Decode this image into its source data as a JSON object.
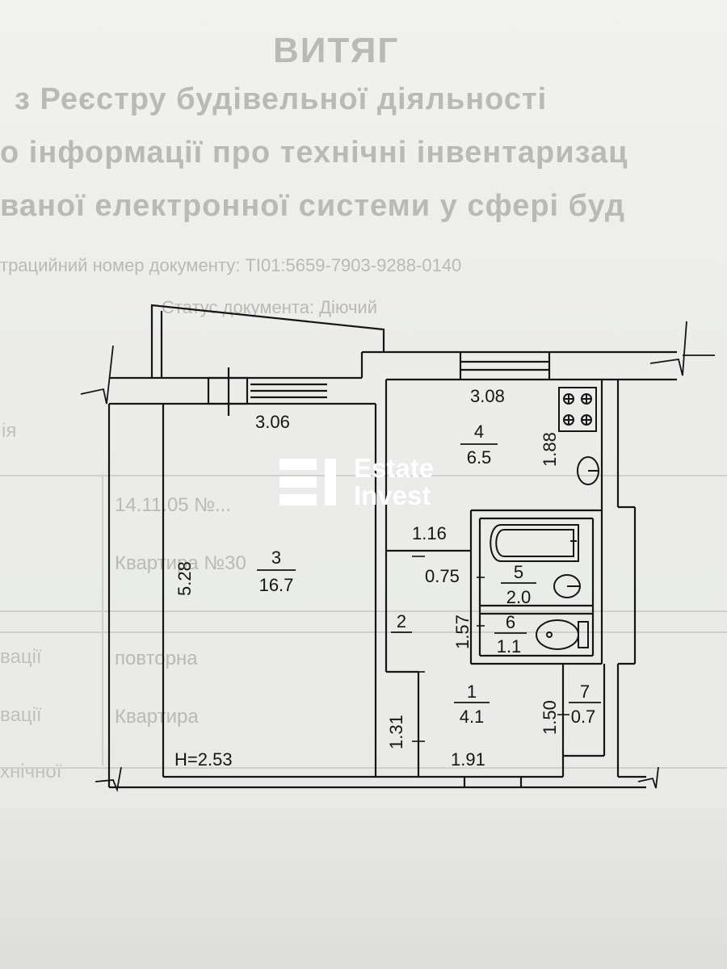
{
  "document": {
    "heading": "ВИТЯГ",
    "line1": "з Реєстру будівельної діяльності",
    "line2": "о інформації про технічні інвентаризац",
    "line3": "ваної електронної системи у сфері буд",
    "reg_line": "трацийний номер документу: ТІ01:5659-7903-9288-0140",
    "status_line": "Статус документа: Діючий",
    "side_labels": [
      "ія",
      "вації",
      "вації",
      "хнічної"
    ],
    "table_cells": [
      "14.11.05 №...",
      "Квартира №30",
      "повторна",
      "Квартира"
    ]
  },
  "plan": {
    "ceiling_height": "H=2.53",
    "rooms": [
      {
        "number": "3",
        "area": "16.7"
      },
      {
        "number": "4",
        "area": "6.5"
      },
      {
        "number": "5",
        "area": "2.0"
      },
      {
        "number": "6",
        "area": "1.1"
      },
      {
        "number": "1",
        "area": "4.1"
      },
      {
        "number": "7",
        "area": "0.7"
      },
      {
        "number": "2",
        "area": ""
      }
    ],
    "dimensions": {
      "living_width": "3.06",
      "living_length": "5.28",
      "kitchen_width": "3.08",
      "kitchen_depth": "1.88",
      "corridor_width": "1.16",
      "corridor_small": "0.75",
      "toilet_depth": "1.57",
      "hall_depth": "1.31",
      "hall_width": "1.91",
      "closet_depth": "1.50"
    },
    "fixtures": [
      "stove-icon",
      "sink-icon",
      "bathtub-icon",
      "washbasin-icon",
      "toilet-icon"
    ]
  },
  "watermark": {
    "line1": "Estate",
    "line2": "Invest",
    "color": "#ffffff"
  },
  "colors": {
    "ink": "#151515",
    "paper": "#eeeeec",
    "faded_text": "#b9b9b7"
  }
}
